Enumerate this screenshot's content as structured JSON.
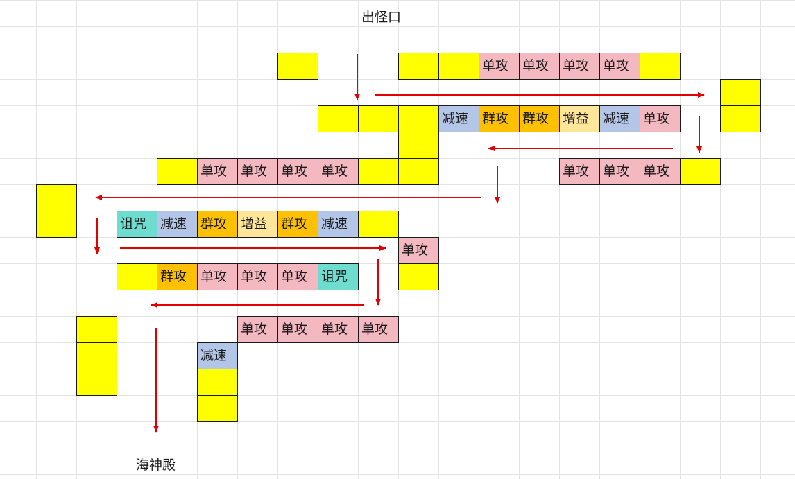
{
  "labels": {
    "monster_exit": "出怪口",
    "temple": "海神殿"
  },
  "tower_types": {
    "single": "单攻",
    "group": "群攻",
    "slow": "减速",
    "buff": "增益",
    "curse": "诅咒"
  },
  "colors": {
    "empty": "#ffff00",
    "single": "#f4b8c0",
    "group": "#ffc000",
    "slow": "#b4c6e7",
    "buff": "#ffe699",
    "curse": "#6fdcd0",
    "arrow": "#e00000"
  },
  "cells": [
    {
      "col": 6,
      "row": 2,
      "type": "empty"
    },
    {
      "col": 9,
      "row": 2,
      "type": "empty"
    },
    {
      "col": 10,
      "row": 2,
      "type": "empty"
    },
    {
      "col": 11,
      "row": 2,
      "type": "single"
    },
    {
      "col": 12,
      "row": 2,
      "type": "single"
    },
    {
      "col": 13,
      "row": 2,
      "type": "single"
    },
    {
      "col": 14,
      "row": 2,
      "type": "single"
    },
    {
      "col": 15,
      "row": 2,
      "type": "empty"
    },
    {
      "col": 17,
      "row": 3,
      "type": "empty"
    },
    {
      "col": 17,
      "row": 4,
      "type": "empty"
    },
    {
      "col": 7,
      "row": 4,
      "type": "empty"
    },
    {
      "col": 8,
      "row": 4,
      "type": "empty"
    },
    {
      "col": 9,
      "row": 4,
      "type": "empty"
    },
    {
      "col": 10,
      "row": 4,
      "type": "slow"
    },
    {
      "col": 11,
      "row": 4,
      "type": "group"
    },
    {
      "col": 12,
      "row": 4,
      "type": "group"
    },
    {
      "col": 13,
      "row": 4,
      "type": "buff"
    },
    {
      "col": 14,
      "row": 4,
      "type": "slow"
    },
    {
      "col": 15,
      "row": 4,
      "type": "single"
    },
    {
      "col": 9,
      "row": 5,
      "type": "empty"
    },
    {
      "col": 3,
      "row": 6,
      "type": "empty"
    },
    {
      "col": 4,
      "row": 6,
      "type": "single"
    },
    {
      "col": 5,
      "row": 6,
      "type": "single"
    },
    {
      "col": 6,
      "row": 6,
      "type": "single"
    },
    {
      "col": 7,
      "row": 6,
      "type": "single"
    },
    {
      "col": 8,
      "row": 6,
      "type": "empty"
    },
    {
      "col": 9,
      "row": 6,
      "type": "empty"
    },
    {
      "col": 13,
      "row": 6,
      "type": "single"
    },
    {
      "col": 14,
      "row": 6,
      "type": "single"
    },
    {
      "col": 15,
      "row": 6,
      "type": "single"
    },
    {
      "col": 16,
      "row": 6,
      "type": "empty"
    },
    {
      "col": 0,
      "row": 7,
      "type": "empty"
    },
    {
      "col": 0,
      "row": 8,
      "type": "empty"
    },
    {
      "col": 2,
      "row": 8,
      "type": "curse"
    },
    {
      "col": 3,
      "row": 8,
      "type": "slow"
    },
    {
      "col": 4,
      "row": 8,
      "type": "group"
    },
    {
      "col": 5,
      "row": 8,
      "type": "buff"
    },
    {
      "col": 6,
      "row": 8,
      "type": "group"
    },
    {
      "col": 7,
      "row": 8,
      "type": "slow"
    },
    {
      "col": 8,
      "row": 8,
      "type": "empty"
    },
    {
      "col": 9,
      "row": 9,
      "type": "single"
    },
    {
      "col": 2,
      "row": 10,
      "type": "empty"
    },
    {
      "col": 3,
      "row": 10,
      "type": "group"
    },
    {
      "col": 4,
      "row": 10,
      "type": "single"
    },
    {
      "col": 5,
      "row": 10,
      "type": "single"
    },
    {
      "col": 6,
      "row": 10,
      "type": "single"
    },
    {
      "col": 7,
      "row": 10,
      "type": "curse"
    },
    {
      "col": 9,
      "row": 10,
      "type": "empty"
    },
    {
      "col": 1,
      "row": 12,
      "type": "empty"
    },
    {
      "col": 1,
      "row": 13,
      "type": "empty"
    },
    {
      "col": 1,
      "row": 14,
      "type": "empty"
    },
    {
      "col": 5,
      "row": 12,
      "type": "single"
    },
    {
      "col": 6,
      "row": 12,
      "type": "single"
    },
    {
      "col": 7,
      "row": 12,
      "type": "single"
    },
    {
      "col": 8,
      "row": 12,
      "type": "single"
    },
    {
      "col": 4,
      "row": 13,
      "type": "slow"
    },
    {
      "col": 4,
      "row": 14,
      "type": "empty"
    },
    {
      "col": 4,
      "row": 15,
      "type": "empty"
    }
  ]
}
